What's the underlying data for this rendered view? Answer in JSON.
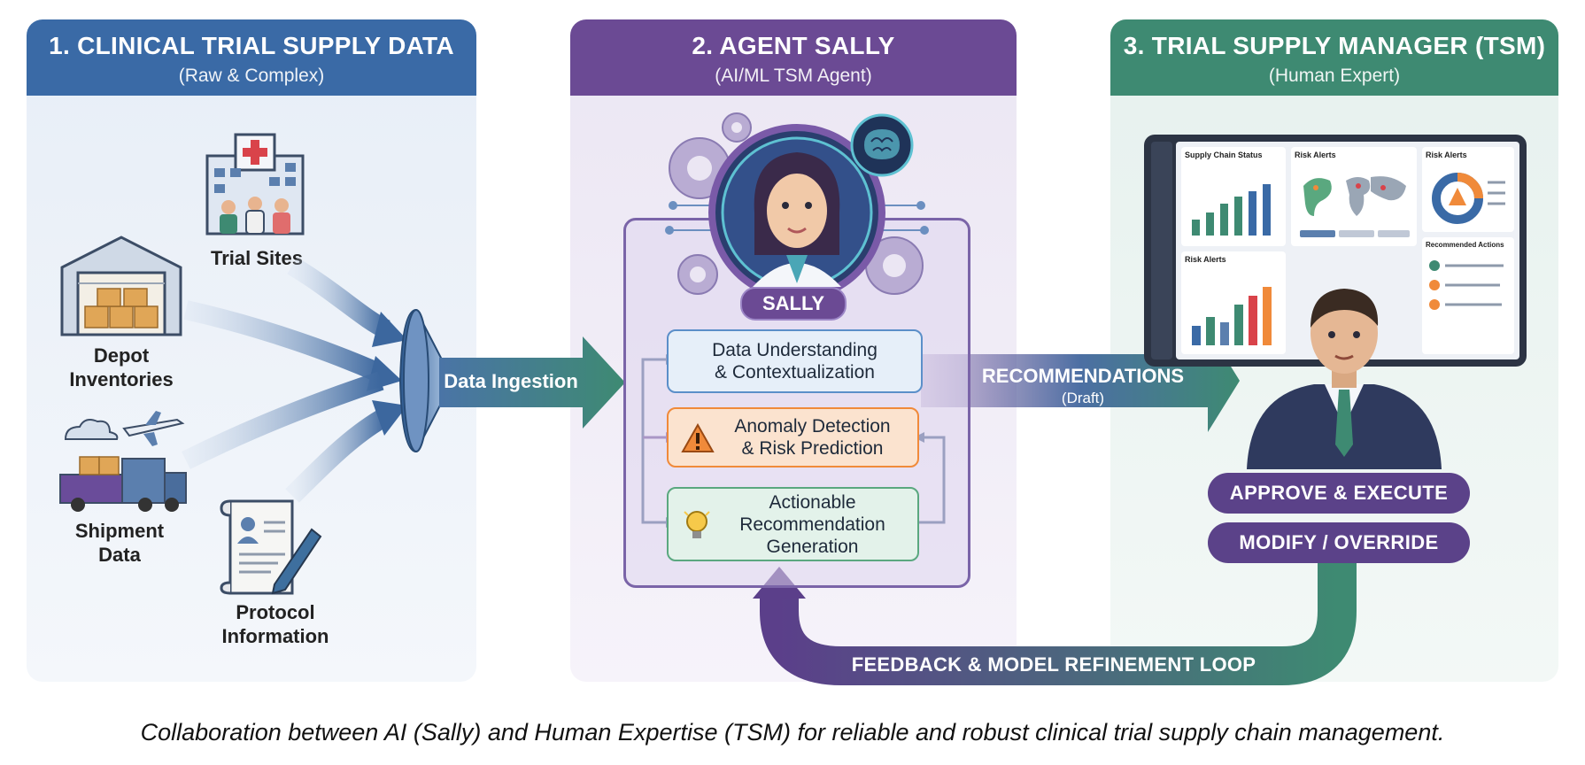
{
  "panels": [
    {
      "title": "1. CLINICAL TRIAL SUPPLY DATA",
      "subtitle": "(Raw & Complex)"
    },
    {
      "title": "2. AGENT SALLY",
      "subtitle": "(AI/ML TSM Agent)"
    },
    {
      "title": "3. TRIAL SUPPLY MANAGER (TSM)",
      "subtitle": "(Human Expert)"
    }
  ],
  "sources": {
    "trial_sites": "Trial Sites",
    "depot_line1": "Depot",
    "depot_line2": "Inventories",
    "shipment_line1": "Shipment",
    "shipment_line2": "Data",
    "protocol_line1": "Protocol",
    "protocol_line2": "Information"
  },
  "ingestion_label": "Data Ingestion",
  "agent": {
    "name_badge": "SALLY",
    "steps": [
      {
        "line1": "Data Understanding",
        "line2": "& Contextualization"
      },
      {
        "line1": "Anomaly Detection",
        "line2": "& Risk Prediction"
      },
      {
        "line1": "Actionable",
        "line2": "Recommendation",
        "line3": "Generation"
      }
    ]
  },
  "recommendations": {
    "label": "RECOMMENDATIONS",
    "sub": "(Draft)"
  },
  "dashboard": {
    "card1_title": "Supply Chain Status",
    "card2_title": "Risk Alerts",
    "card3_title": "Risk Alerts",
    "card4_title": "Risk Alerts",
    "card5_title": "Recommended Actions"
  },
  "tsm_actions": {
    "approve": "APPROVE & EXECUTE",
    "modify": "MODIFY / OVERRIDE"
  },
  "feedback_label": "FEEDBACK & MODEL REFINEMENT LOOP",
  "caption": "Collaboration between AI (Sally) and Human Expertise (TSM) for reliable and robust clinical trial supply chain management.",
  "colors": {
    "blue": "#3a6aa6",
    "purple": "#6b4a94",
    "green": "#3e8a72",
    "orange": "#f08a3a"
  }
}
